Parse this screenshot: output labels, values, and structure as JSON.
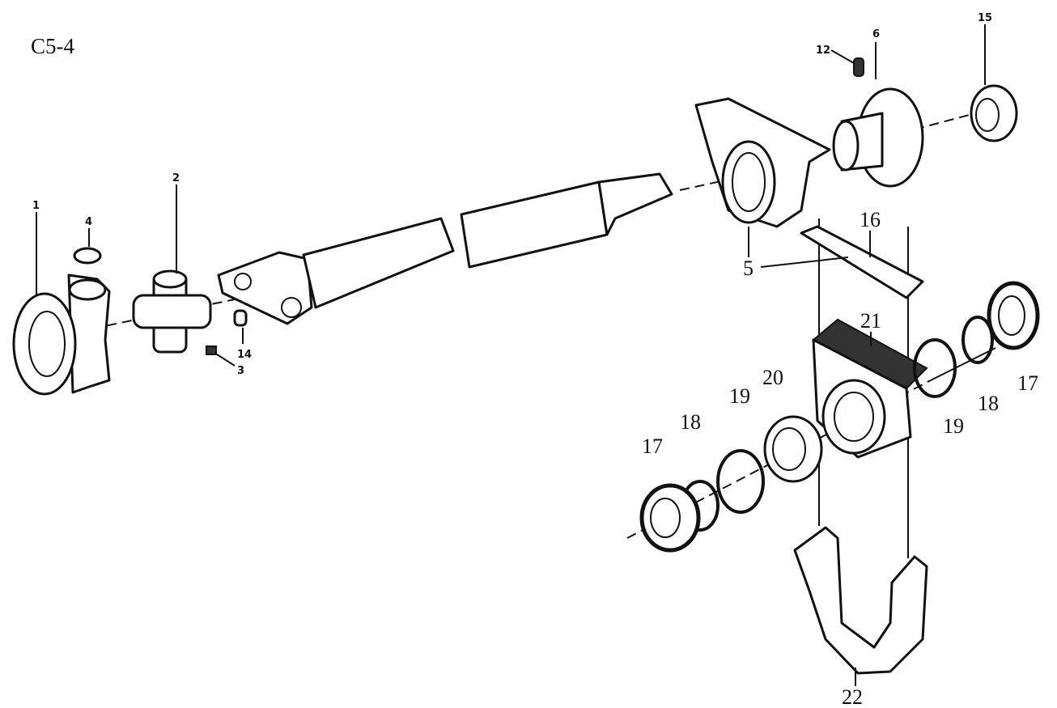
{
  "diagram_id": "C5-4",
  "labels": {
    "l1": "1",
    "l2": "2",
    "l3": "3",
    "l4": "4",
    "l5": "5",
    "l6": "6",
    "l12": "12",
    "l14": "14",
    "l15": "15",
    "l16": "16",
    "l17a": "17",
    "l18a": "18",
    "l19a": "19",
    "l20": "20",
    "l21": "21",
    "l17b": "17",
    "l18b": "18",
    "l19b": "19",
    "l22": "22"
  }
}
